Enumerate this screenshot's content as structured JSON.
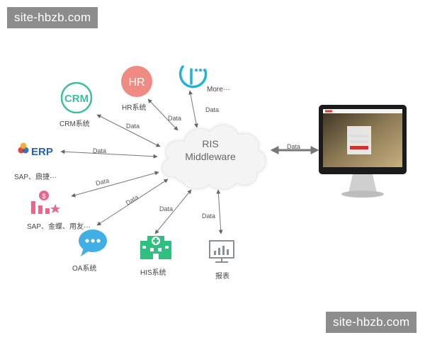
{
  "watermark": {
    "top": "site-hbzb.com",
    "bottom": "site-hbzb.com"
  },
  "center": {
    "line1": "RIS",
    "line2": "Middleware"
  },
  "nodes": {
    "hr": {
      "icon_text": "HR",
      "label": "HR系统"
    },
    "crm": {
      "icon_text": "CRM",
      "label": "CRM系统"
    },
    "more": {
      "label": "More···"
    },
    "erp": {
      "icon_text": "ERP",
      "label": "SAP、鼎捷···"
    },
    "finance": {
      "label": "SAP、金蝶、用友···"
    },
    "oa": {
      "label": "OA系统"
    },
    "his": {
      "label": "HIS系统"
    },
    "report": {
      "label": "报表"
    }
  },
  "edges": {
    "crm": "Data",
    "hr": "Data",
    "more": "Data",
    "erp": "Data",
    "finance1": "Data",
    "finance2": "Data",
    "his": "Data",
    "report": "Data",
    "monitor": "Data"
  },
  "colors": {
    "hr": "#f08b84",
    "crm": "#3bbfa0",
    "more": "#1fb4d6",
    "erp_blue": "#2762b5",
    "finance": "#e6698c",
    "oa": "#41aee6",
    "his": "#2fc07f",
    "report": "#8a8f96",
    "arrow": "#666666"
  }
}
